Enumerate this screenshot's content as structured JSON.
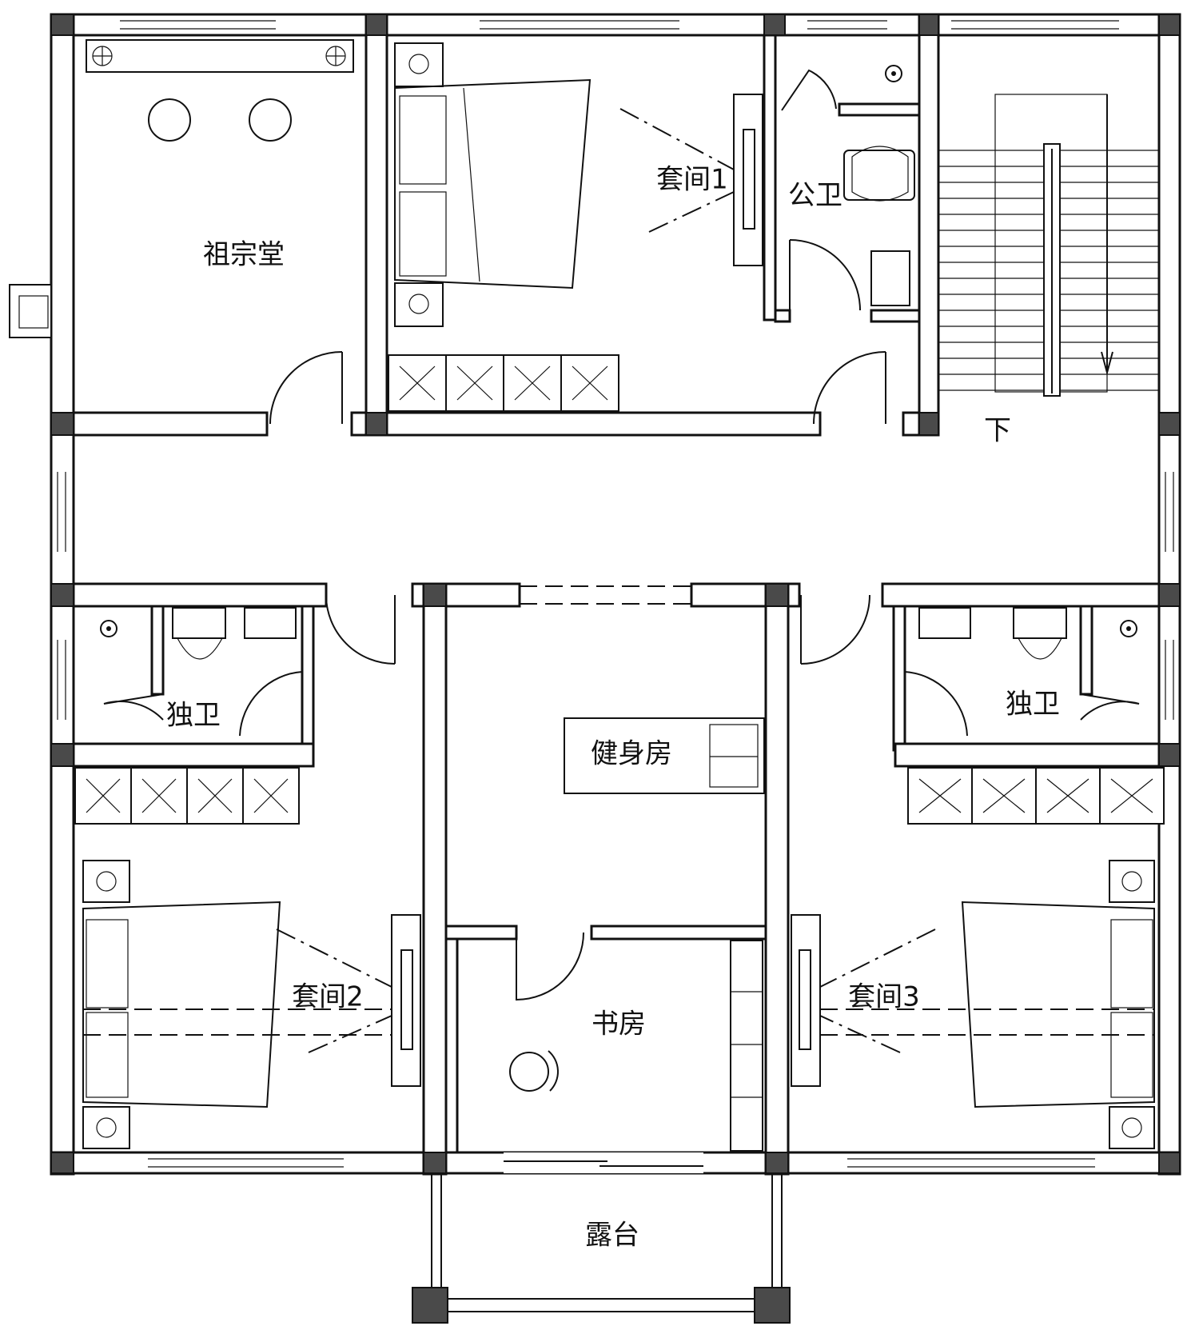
{
  "rooms": {
    "ancestral_hall": "祖宗堂",
    "suite_1": "套间1",
    "public_bath": "公卫",
    "stair_down": "下",
    "private_bath_left": "独卫",
    "private_bath_right": "独卫",
    "gym": "健身房",
    "suite_2": "套间2",
    "suite_3": "套间3",
    "study": "书房",
    "terrace": "露台"
  },
  "colors": {
    "line": "#111111",
    "column": "#4a4a4a",
    "background": "#ffffff"
  }
}
